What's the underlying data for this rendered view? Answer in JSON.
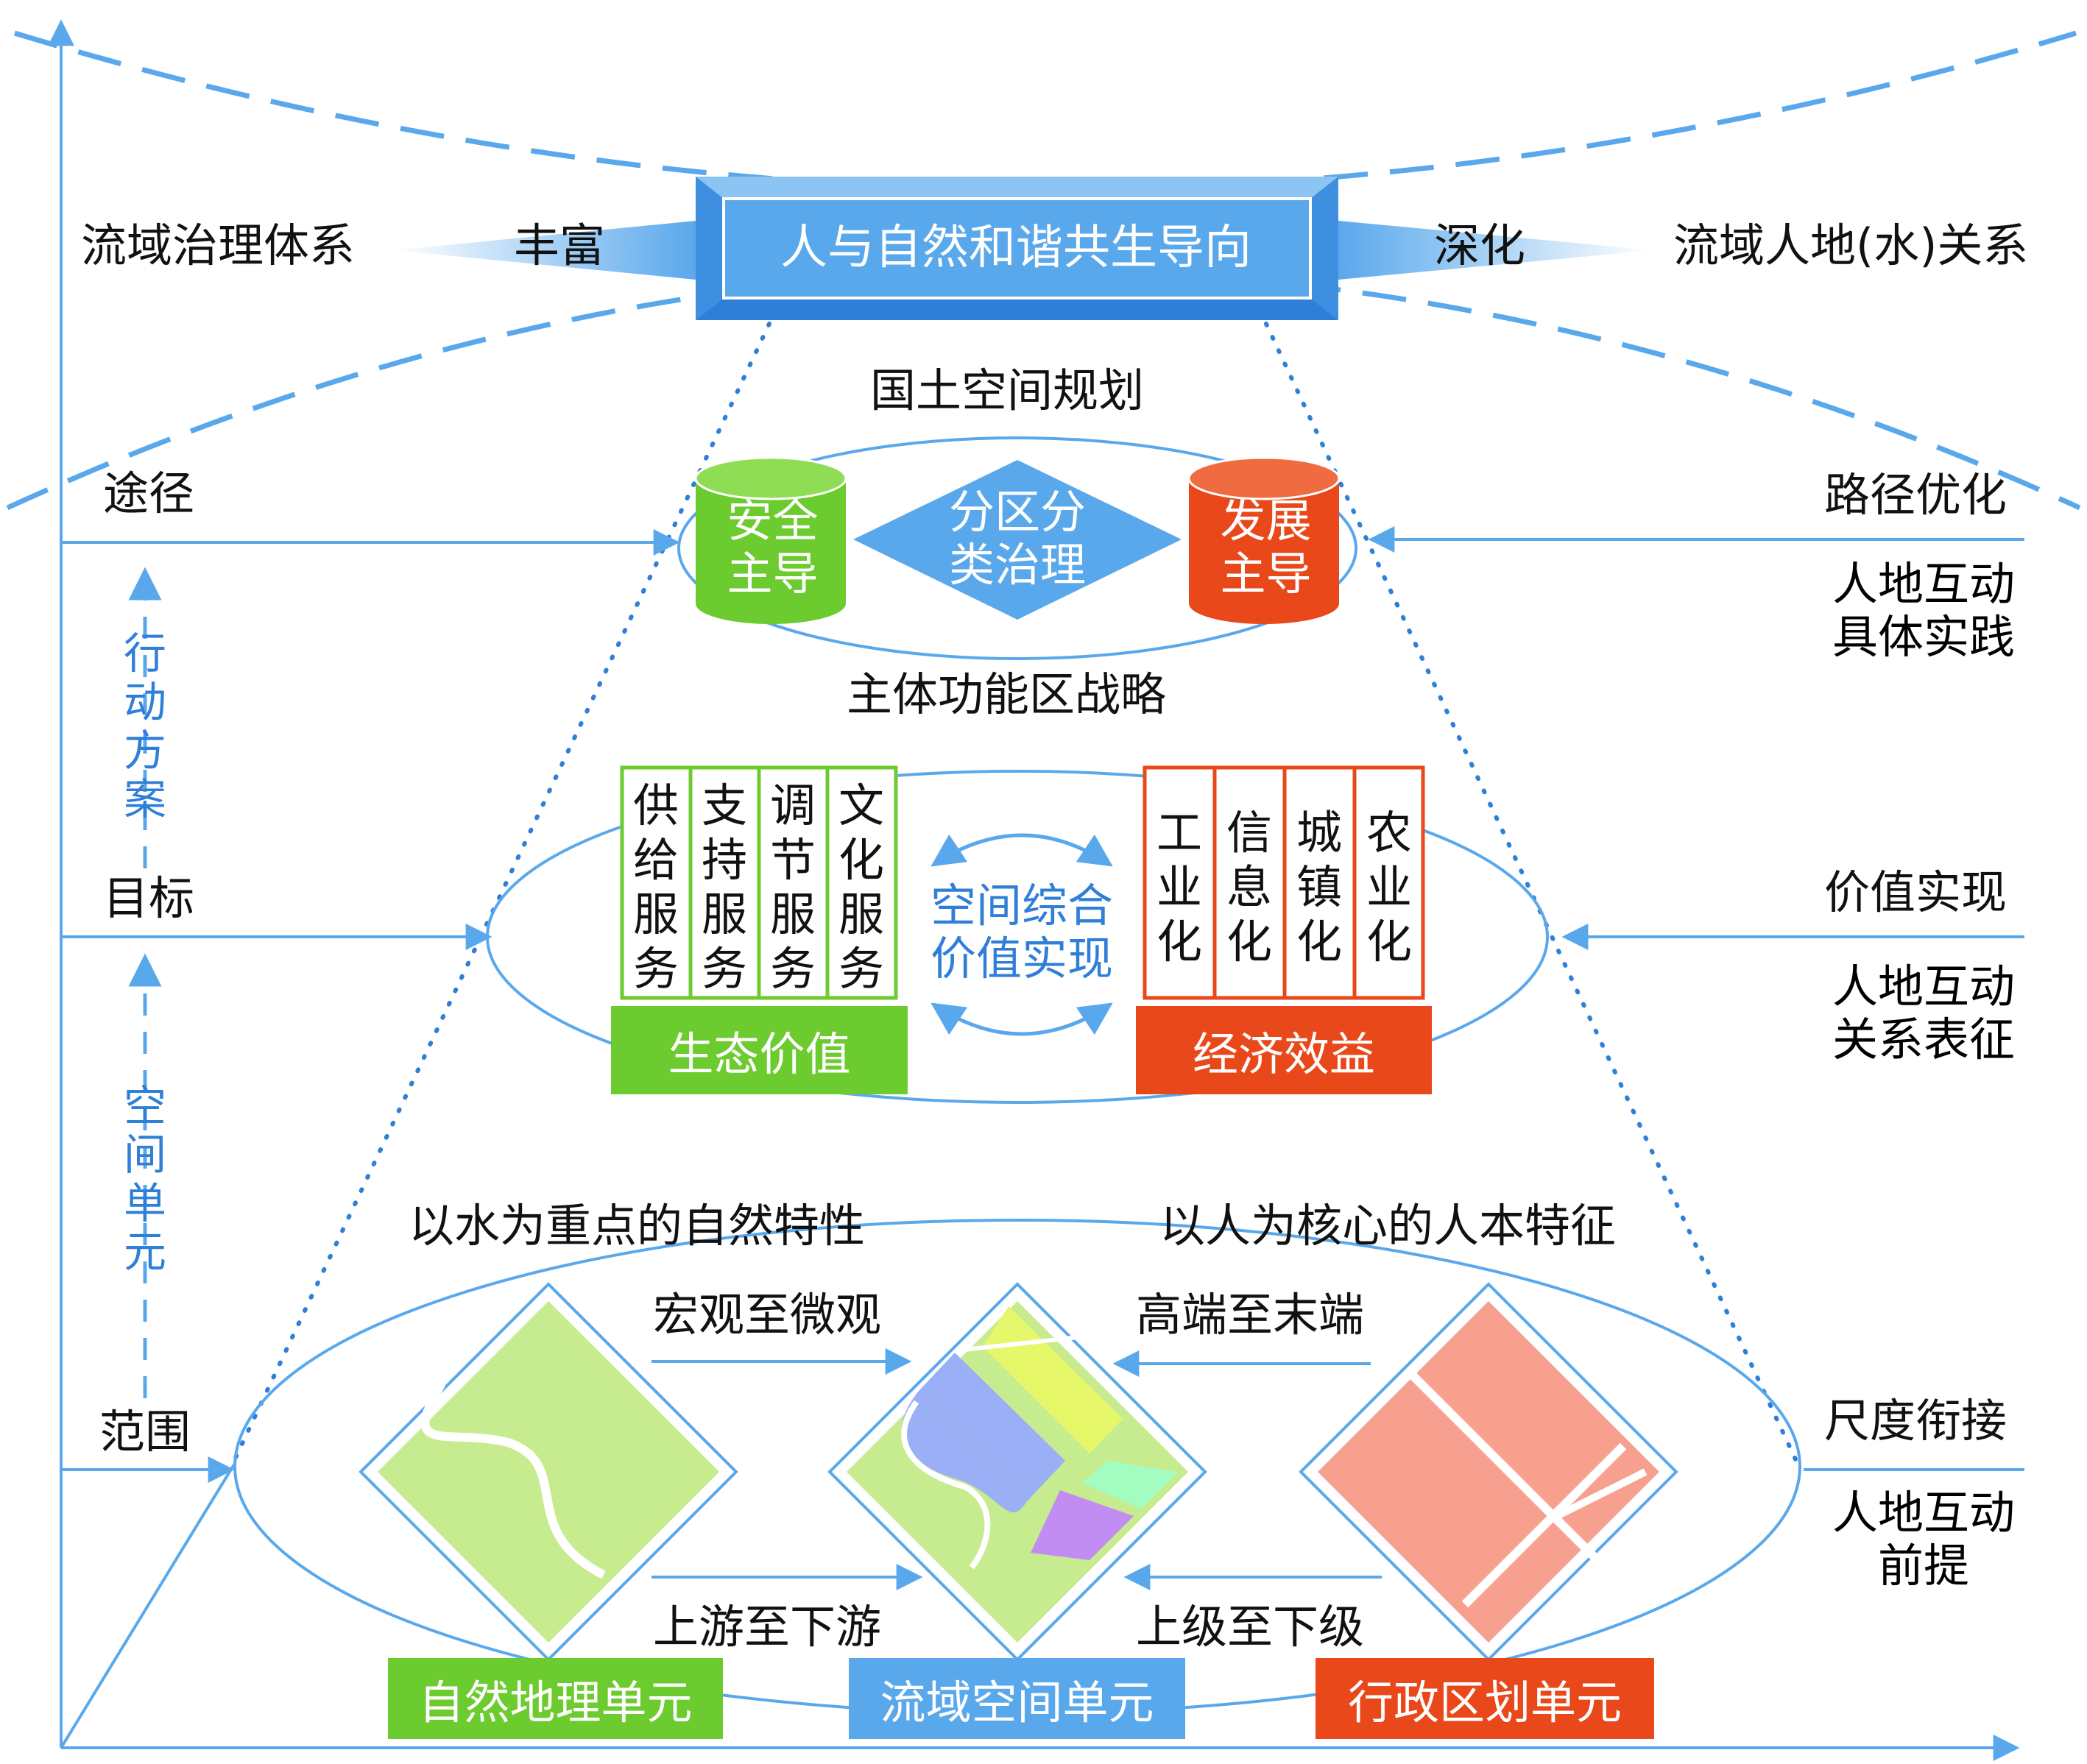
{
  "colors": {
    "blue": "#2f7fd8",
    "light_blue": "#5aa8ec",
    "green": "#6ccb2e",
    "orange_red": "#e8481a",
    "pale_green": "#c6ec8f",
    "pink": "#f7a090",
    "lilac": "#9aaff5",
    "yellow_green": "#e6f76a",
    "mint": "#a3fdc1",
    "purple": "#c28df2"
  },
  "top": {
    "center": "人与自然和谐共生导向",
    "left_label": "流域治理体系",
    "left_arrow": "丰富",
    "right_arrow": "深化",
    "right_label": "流域人地(水)关系"
  },
  "tier1": {
    "top_label": "国土空间规划",
    "bottom_label": "主体功能区战略",
    "left_cyl": "安全主导",
    "diamond": "分区分类治理",
    "right_cyl": "发展主导"
  },
  "tier2": {
    "green_cols": [
      "供给服务",
      "支持服务",
      "调节服务",
      "文化服务"
    ],
    "red_cols": [
      "工业化",
      "信息化",
      "城镇化",
      "农业化"
    ],
    "green_label": "生态价值",
    "red_label": "经济效益",
    "center": "空间综合价值实现"
  },
  "tier3": {
    "left_top": "以水为重点的自然特性",
    "right_top": "以人为核心的人本特征",
    "arrow_tl": "宏观至微观",
    "arrow_tr": "高端至末端",
    "arrow_bl": "上游至下游",
    "arrow_br": "上级至下级",
    "unit_left": "自然地理单元",
    "unit_center": "流域空间单元",
    "unit_right": "行政区划单元"
  },
  "left_axis": {
    "path": "途径",
    "goal": "目标",
    "scope": "范围",
    "action": "行动方案",
    "space_unit": "空间单元"
  },
  "right_side": {
    "r1": "路径优化",
    "r1b": "人地互动具体实践",
    "r2": "价值实现",
    "r2b": "人地互动关系表征",
    "r3": "尺度衔接",
    "r3b": "人地互动前提"
  }
}
